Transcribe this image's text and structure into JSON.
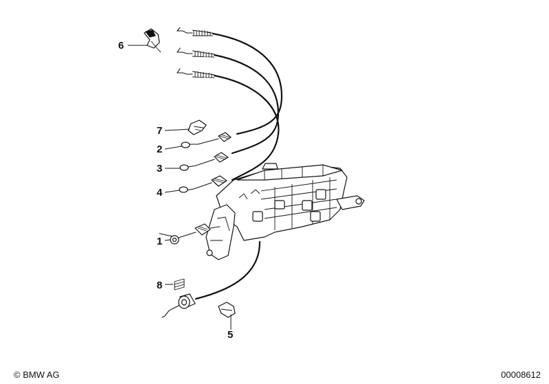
{
  "callouts": [
    {
      "id": "1",
      "label": "1"
    },
    {
      "id": "2",
      "label": "2"
    },
    {
      "id": "3",
      "label": "3"
    },
    {
      "id": "4",
      "label": "4"
    },
    {
      "id": "5",
      "label": "5"
    },
    {
      "id": "6",
      "label": "6"
    },
    {
      "id": "7",
      "label": "7"
    },
    {
      "id": "8",
      "label": "8"
    }
  ],
  "footer": {
    "copyright": "© BMW AG",
    "drawing_number": "00008612"
  }
}
